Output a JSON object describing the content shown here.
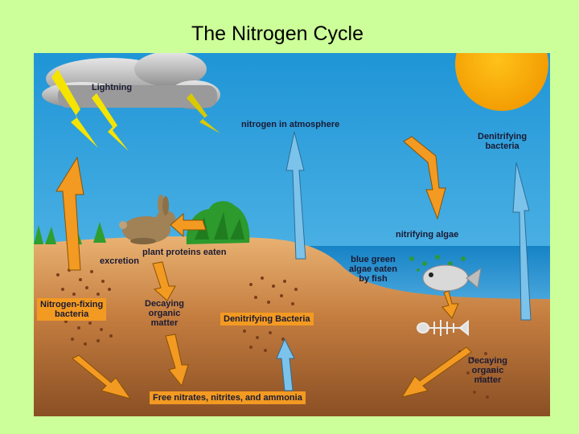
{
  "title": "The Nitrogen Cycle",
  "labels": {
    "lightning": "Lightning",
    "nitrogen_atmosphere": "nitrogen in atmosphere",
    "denitrifying_bacteria_right_l1": "Denitrifying",
    "denitrifying_bacteria_right_l2": "bacteria",
    "nitrifying_algae": "nitrifying algae",
    "plant_proteins": "plant proteins eaten",
    "excretion": "excretion",
    "blue_green_l1": "blue green",
    "blue_green_l2": "algae eaten",
    "blue_green_l3": "by fish",
    "nitrogen_fixing_l1": "Nitrogen-fixing",
    "nitrogen_fixing_l2": "bacteria",
    "decaying_left_l1": "Decaying",
    "decaying_left_l2": "organic",
    "decaying_left_l3": "matter",
    "denitrifying_center": "Denitrifying Bacteria",
    "decaying_right_l1": "Decaying",
    "decaying_right_l2": "organic",
    "decaying_right_l3": "matter",
    "free_nitrates": "Free nitrates, nitrites, and ammonia"
  },
  "colors": {
    "page_background": "#ccff99",
    "sky": "#2ea3dd",
    "arrow_orange": "#f39a22",
    "arrow_blue": "#7cc3ec",
    "sun": "#f7a800",
    "water": "#1a86c8",
    "soil": "#c07a3e"
  }
}
